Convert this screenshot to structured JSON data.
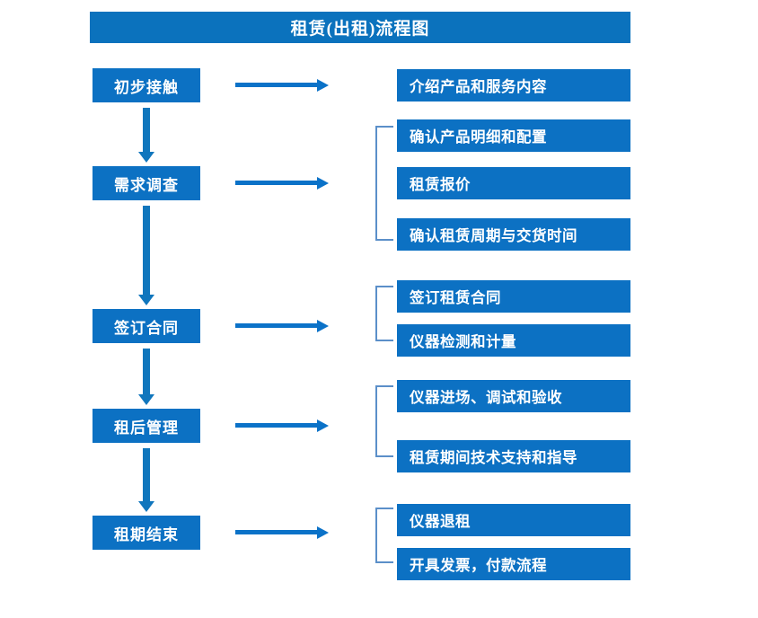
{
  "title": "租赁(出租)流程图",
  "colors": {
    "box_fill": "#0c71c3",
    "title_fill": "#0b72bd",
    "arrow": "#0b72c8",
    "bracket": "#5b8fc9",
    "text": "#ffffff",
    "background": "#ffffff"
  },
  "stages": [
    {
      "label": "初步接触"
    },
    {
      "label": "需求调查"
    },
    {
      "label": "签订合同"
    },
    {
      "label": "租后管理"
    },
    {
      "label": "租期结束"
    }
  ],
  "details": [
    {
      "label": "介绍产品和服务内容"
    },
    {
      "label": "确认产品明细和配置"
    },
    {
      "label": "租赁报价"
    },
    {
      "label": "确认租赁周期与交货时间"
    },
    {
      "label": "签订租赁合同"
    },
    {
      "label": "仪器检测和计量"
    },
    {
      "label": "仪器进场、调试和验收"
    },
    {
      "label": "租赁期间技术支持和指导"
    },
    {
      "label": "仪器退租"
    },
    {
      "label": "开具发票，付款流程"
    }
  ]
}
